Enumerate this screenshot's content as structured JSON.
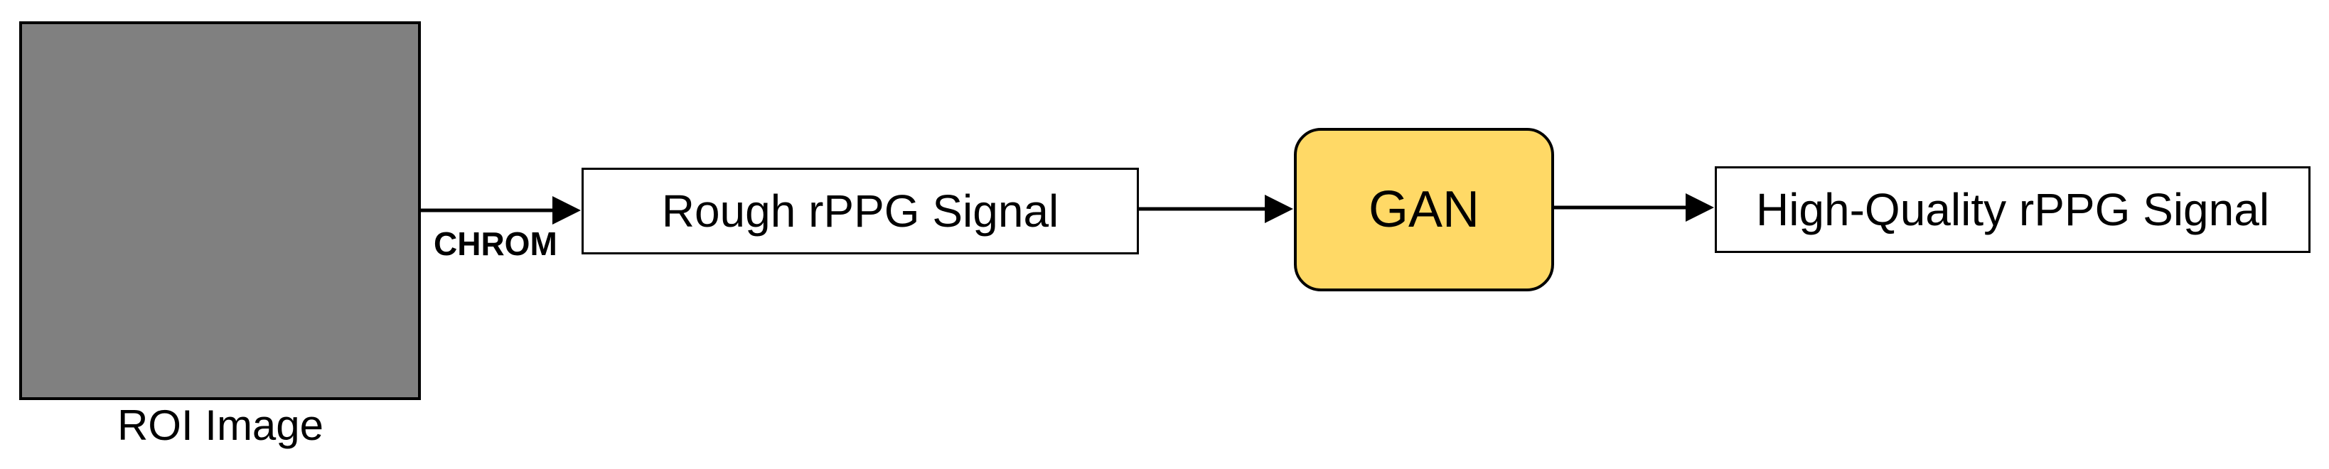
{
  "diagram": {
    "roi": {
      "label": "ROI Image",
      "fill": "#808080"
    },
    "edge_roi_to_rough": {
      "label": "CHROM"
    },
    "rough": {
      "label": "Rough rPPG Signal"
    },
    "gan": {
      "label": "GAN",
      "fill": "#ffd966"
    },
    "high_quality": {
      "label": "High-Quality rPPG Signal"
    }
  }
}
